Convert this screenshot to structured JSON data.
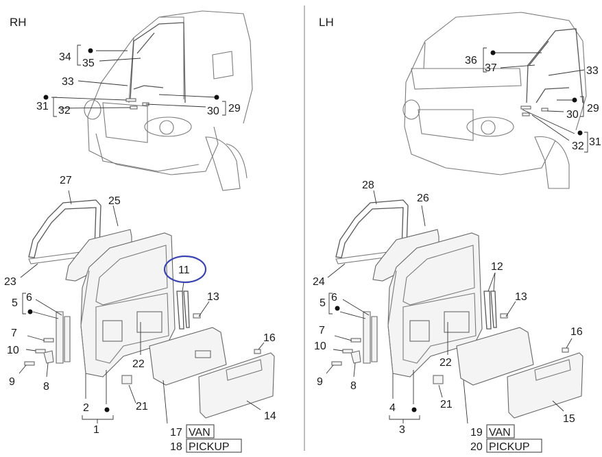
{
  "sides": {
    "rh": "RH",
    "lh": "LH"
  },
  "rh": {
    "callouts": {
      "c34": "34",
      "c35": "35",
      "c33": "33",
      "c31": "31",
      "c32": "32",
      "c30": "30",
      "c29": "29",
      "c27": "27",
      "c25": "25",
      "c23": "23",
      "c11": "11",
      "c13": "13",
      "c5": "5",
      "c6": "6",
      "c7": "7",
      "c10": "10",
      "c9": "9",
      "c8": "8",
      "c22": "22",
      "c16": "16",
      "c2": "2",
      "c1": "1",
      "c21": "21",
      "c14": "14"
    },
    "variants": [
      {
        "num": "17",
        "label": "VAN"
      },
      {
        "num": "18",
        "label": "PICKUP"
      }
    ]
  },
  "lh": {
    "callouts": {
      "c36": "36",
      "c37": "37",
      "c33": "33",
      "c29": "29",
      "c30": "30",
      "c32": "32",
      "c31": "31",
      "c28": "28",
      "c26": "26",
      "c24": "24",
      "c12": "12",
      "c13": "13",
      "c5": "5",
      "c6": "6",
      "c7": "7",
      "c10": "10",
      "c9": "9",
      "c8": "8",
      "c22": "22",
      "c16": "16",
      "c4": "4",
      "c3": "3",
      "c21": "21",
      "c15": "15"
    },
    "variants": [
      {
        "num": "19",
        "label": "VAN"
      },
      {
        "num": "20",
        "label": "PICKUP"
      }
    ]
  },
  "colors": {
    "highlight": "#3a44b0",
    "line": "#7a7a7a",
    "divider": "#9a9a9a"
  }
}
